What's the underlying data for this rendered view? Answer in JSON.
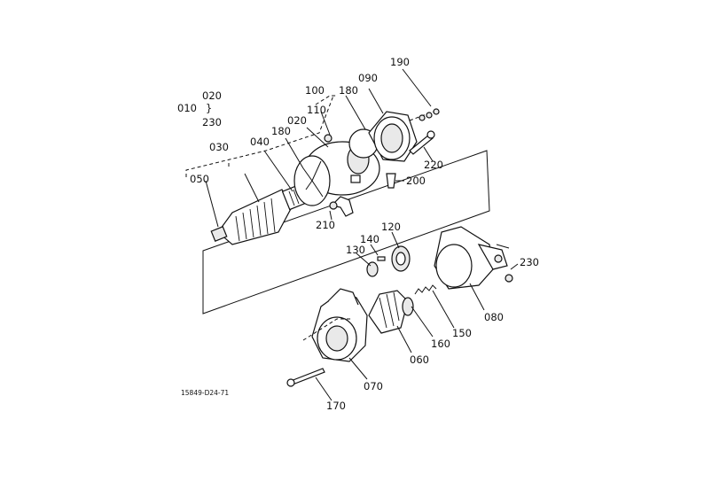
{
  "drawing_code": "15849-D24-71",
  "labels": {
    "p010": "010",
    "p020a": "020",
    "brace": "}",
    "p230a": "230",
    "p030": "030",
    "p040": "040",
    "p050": "050",
    "p180a": "180",
    "p020b": "020",
    "p110": "110",
    "p100": "100",
    "p180b": "180",
    "p090": "090",
    "p190": "190",
    "p220": "220",
    "p200": "200",
    "p210": "210",
    "p120": "120",
    "p140": "140",
    "p130": "130",
    "p230b": "230",
    "p080": "080",
    "p150": "150",
    "p160": "160",
    "p060": "060",
    "p070": "070",
    "p170": "170"
  }
}
